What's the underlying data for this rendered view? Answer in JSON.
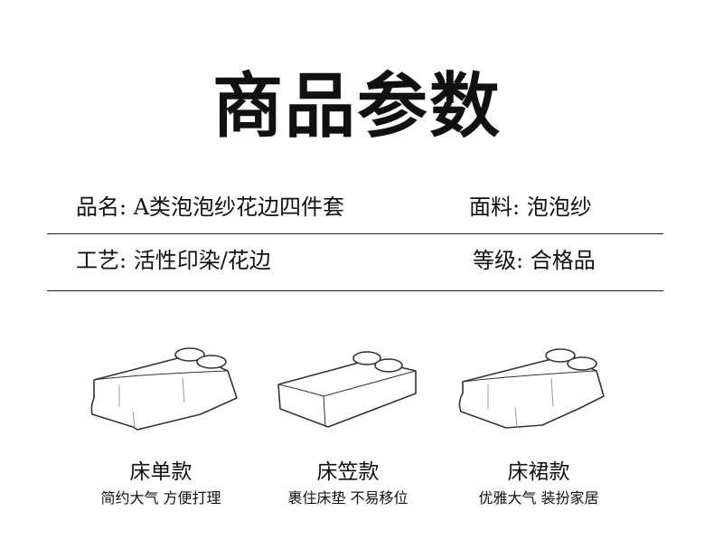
{
  "title": "商品参数",
  "params": [
    {
      "label": "品名: A类泡泡纱花边四件套"
    },
    {
      "label": "面料: 泡泡纱"
    },
    {
      "label": "工艺: 活性印染/花边"
    },
    {
      "label": "等级: 合格品"
    }
  ],
  "styles": [
    {
      "name": "床单款",
      "desc": "简约大气 方便打理",
      "icon": "flat-sheet-bed-icon"
    },
    {
      "name": "床笠款",
      "desc": "裹住床垫 不易移位",
      "icon": "fitted-sheet-bed-icon"
    },
    {
      "name": "床裙款",
      "desc": "优雅大气 装扮家居",
      "icon": "bed-skirt-bed-icon"
    }
  ]
}
